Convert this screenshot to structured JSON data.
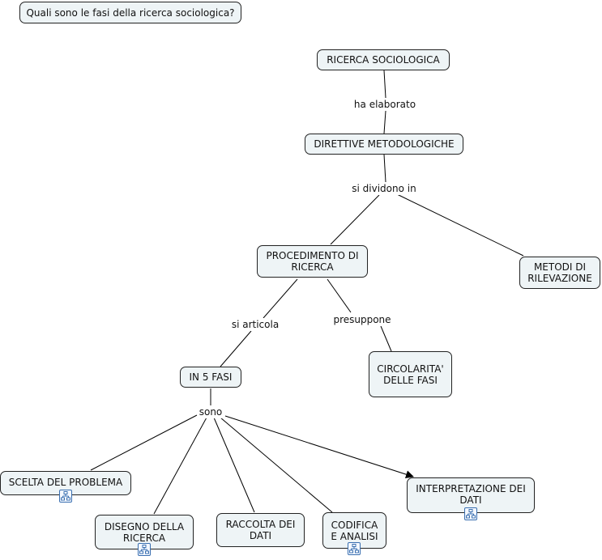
{
  "question": "Quali sono le fasi della ricerca sociologica?",
  "nodes": {
    "ricerca_sociologica": "RICERCA SOCIOLOGICA",
    "direttive": "DIRETTIVE METODOLOGICHE",
    "procedimento": "PROCEDIMENTO DI\nRICERCA",
    "metodi": "METODI DI\nRILEVAZIONE",
    "in5fasi": "IN 5 FASI",
    "circolarita": "CIRCOLARITA'\nDELLE FASI",
    "scelta": "SCELTA DEL PROBLEMA",
    "disegno": "DISEGNO DELLA\nRICERCA",
    "raccolta": "RACCOLTA DEI\nDATI",
    "codifica": "CODIFICA\nE ANALISI",
    "interpretazione": "INTERPRETAZIONE DEI\nDATI"
  },
  "links": {
    "ha_elaborato": "ha elaborato",
    "si_dividono_in": "si dividono in",
    "si_articola": "si articola",
    "presuppone": "presuppone",
    "sono": "sono"
  },
  "icons": {
    "submap": "submap-icon"
  },
  "colors": {
    "node_fill": "#eef4f6",
    "border": "#222222",
    "icon_accent": "#3a6fb0"
  }
}
